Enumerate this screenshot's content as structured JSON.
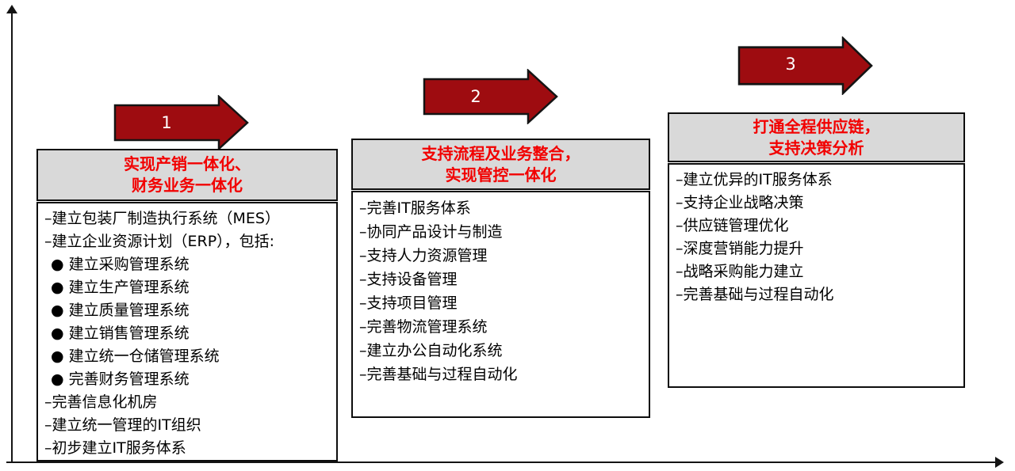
{
  "colors": {
    "arrow_fill": "#9e0c10",
    "arrow_outline": "#141414",
    "header_bg": "#d9d9d9",
    "header_title_red": "#f20000",
    "body_text": "#000000",
    "axis": "#141414"
  },
  "phases": [
    {
      "number": "1",
      "title_line1": "实现产销一体化、",
      "title_line2": "财务业务一体化",
      "items": [
        "–建立包装厂制造执行系统（MES）",
        "–建立企业资源计划（ERP），包括:",
        "● 建立采购管理系统",
        "● 建立生产管理系统",
        "● 建立质量管理系统",
        "● 建立销售管理系统",
        "● 建立统一仓储管理系统",
        "● 完善财务管理系统",
        "–完善信息化机房",
        "–建立统一管理的IT组织",
        "–初步建立IT服务体系"
      ]
    },
    {
      "number": "2",
      "title_line1": "支持流程及业务整合，",
      "title_line2": "实现管控一体化",
      "items": [
        "–完善IT服务体系",
        "–协同产品设计与制造",
        "–支持人力资源管理",
        "–支持设备管理",
        "–支持项目管理",
        "–完善物流管理系统",
        "–建立办公自动化系统",
        "–完善基础与过程自动化"
      ]
    },
    {
      "number": "3",
      "title_line1": "打通全程供应链，",
      "title_line2": "支持决策分析",
      "items": [
        "–建立优异的IT服务体系",
        "–支持企业战略决策",
        "–供应链管理优化",
        "–深度营销能力提升",
        "–战略采购能力建立",
        "–完善基础与过程自动化"
      ]
    }
  ]
}
